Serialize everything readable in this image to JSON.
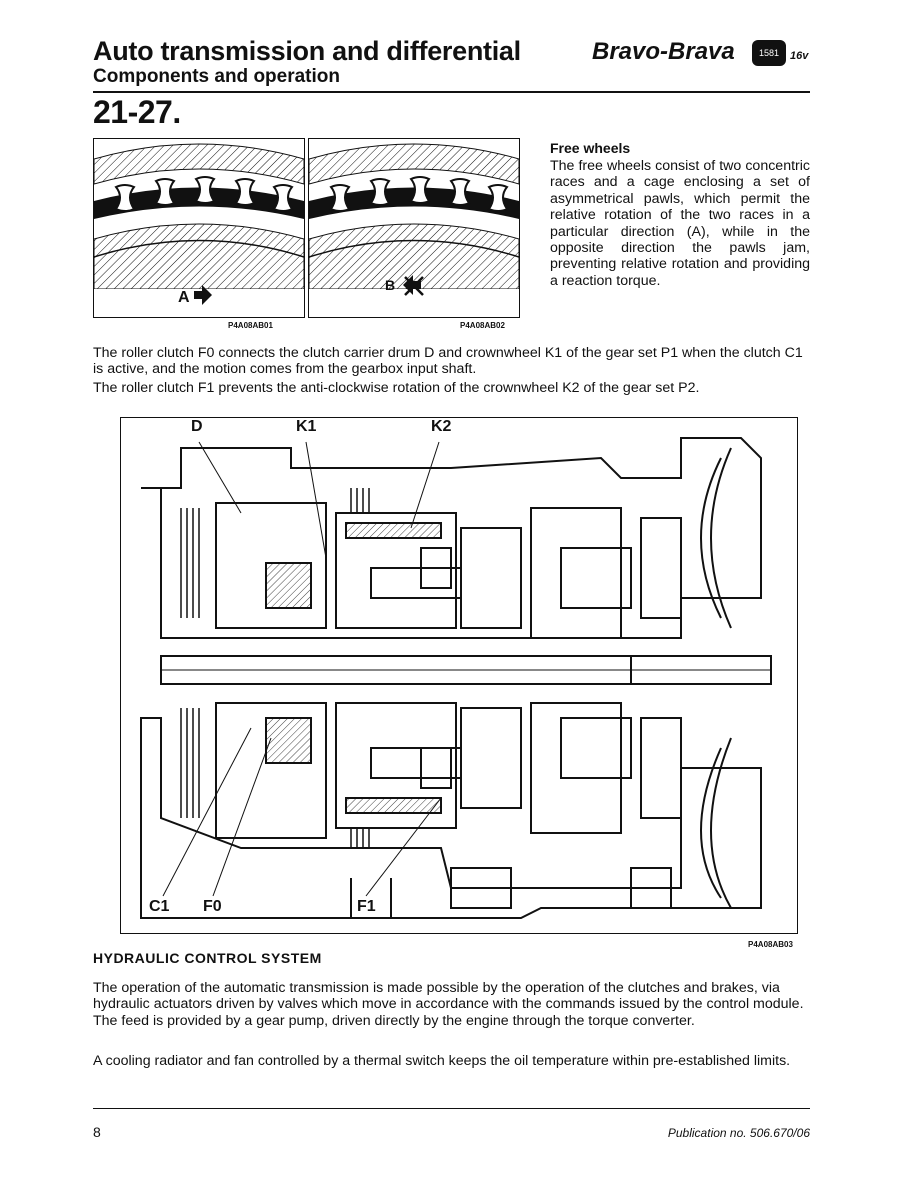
{
  "header": {
    "title": "Auto transmission and differential",
    "brand": "Bravo-Brava",
    "badge": "1581",
    "version": "16v",
    "subtitle": "Components and operation",
    "section": "21-27."
  },
  "figures": {
    "fig_a": {
      "label": "A",
      "caption": "P4A08AB01"
    },
    "fig_b": {
      "label": "B",
      "caption": "P4A08AB02"
    },
    "main": {
      "caption": "P4A08AB03",
      "labels": {
        "d": "D",
        "k1": "K1",
        "k2": "K2",
        "c1": "C1",
        "f0": "F0",
        "f1": "F1"
      }
    }
  },
  "free_wheels": {
    "heading": "Free wheels",
    "text": "The free wheels consist of two concentric races and a cage enclosing a set of asymmetrical pawls, which permit the relative rotation of the two races in a particular direction (A), while in the opposite direction the pawls jam, preventing relative rotation and providing a reaction torque."
  },
  "body": {
    "p1": "The roller clutch F0 connects the clutch carrier drum D and crownwheel K1 of the gear set P1 when the clutch C1 is active, and the motion comes from the gearbox input shaft.",
    "p2": "The roller clutch F1 prevents the anti-clockwise rotation of the crownwheel K2 of the gear set P2."
  },
  "hydraulic": {
    "heading": "HYDRAULIC CONTROL SYSTEM",
    "p1": "The operation of the automatic transmission is made possible by the operation of the clutches and brakes, via hydraulic actuators driven by valves which move in accordance with the commands issued by the control module. The feed is provided by a gear pump, driven directly by the engine through the torque converter.",
    "p2": "A cooling radiator and fan controlled by a thermal switch keeps the oil temperature within pre-established limits."
  },
  "footer": {
    "page_number": "8",
    "publication": "Publication no. 506.670/06"
  }
}
